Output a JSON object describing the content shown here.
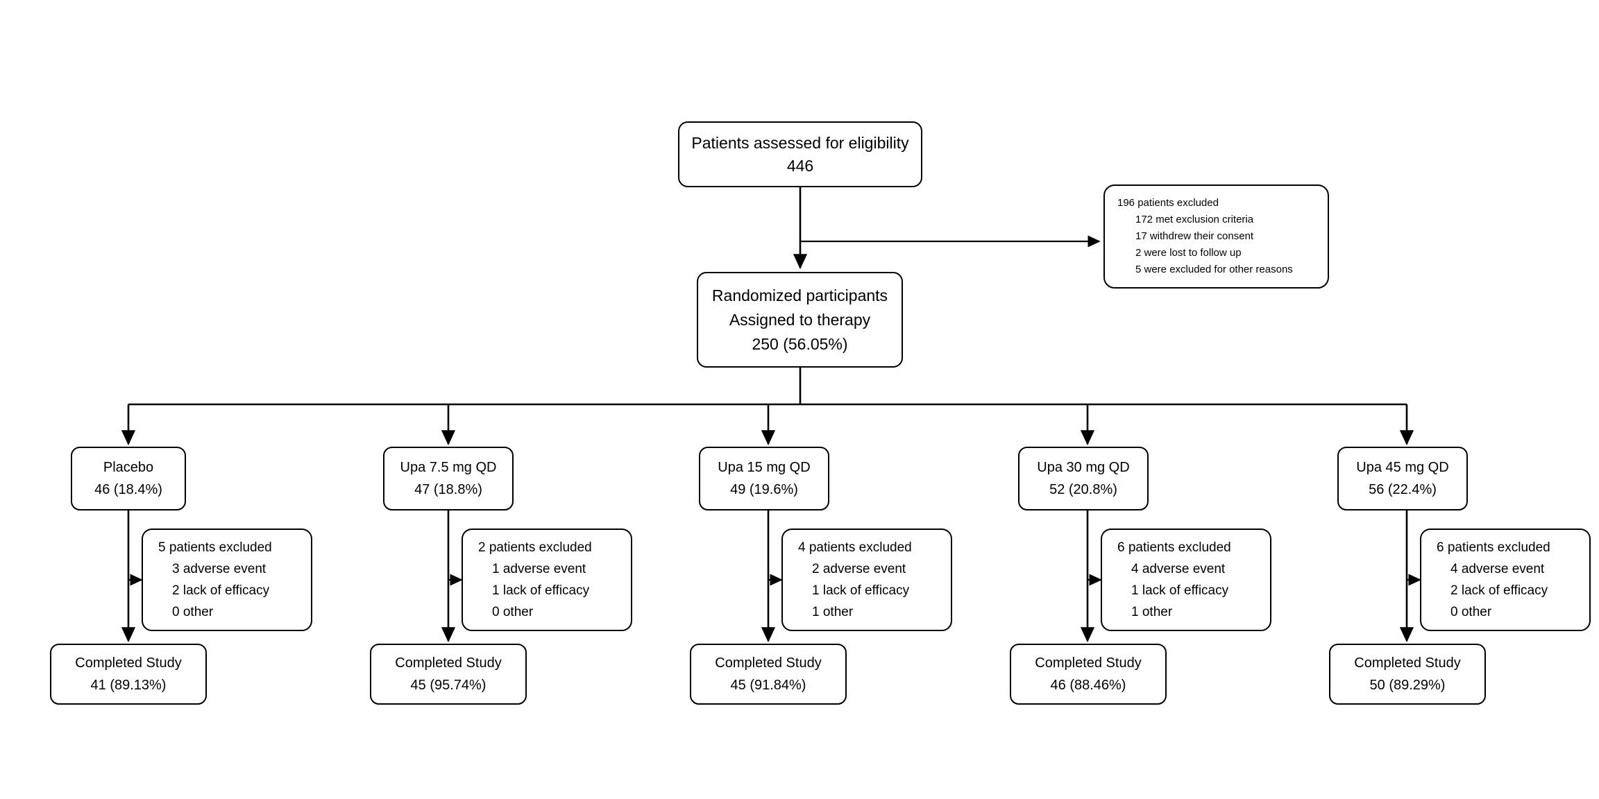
{
  "diagram": {
    "type": "consort-flow-diagram",
    "stroke_color": "#000000",
    "background_color": "#ffffff"
  },
  "eligibility": {
    "title": "Patients assessed for eligibility",
    "count": "446"
  },
  "screening_exclusions": {
    "header": "196 patients excluded",
    "reasons": [
      "172 met exclusion criteria",
      "17 withdrew their consent",
      "2 were lost to follow up",
      "5 were excluded for other reasons"
    ]
  },
  "randomized": {
    "line1": "Randomized participants",
    "line2": "Assigned to therapy",
    "line3": "250 (56.05%)"
  },
  "arms": [
    {
      "label": "Placebo",
      "allocated": "46 (18.4%)",
      "dropout": {
        "header": "5 patients excluded",
        "reasons": [
          "3 adverse event",
          "2 lack of efficacy",
          "0 other"
        ]
      },
      "completed": {
        "label": "Completed Study",
        "value": "41 (89.13%)"
      }
    },
    {
      "label": "Upa 7.5 mg QD",
      "allocated": "47 (18.8%)",
      "dropout": {
        "header": "2 patients excluded",
        "reasons": [
          "1 adverse event",
          "1 lack of efficacy",
          "0 other"
        ]
      },
      "completed": {
        "label": "Completed Study",
        "value": "45 (95.74%)"
      }
    },
    {
      "label": "Upa 15 mg QD",
      "allocated": "49 (19.6%)",
      "dropout": {
        "header": "4 patients excluded",
        "reasons": [
          "2 adverse event",
          "1 lack of efficacy",
          "1 other"
        ]
      },
      "completed": {
        "label": "Completed Study",
        "value": "45 (91.84%)"
      }
    },
    {
      "label": "Upa 30 mg QD",
      "allocated": "52 (20.8%)",
      "dropout": {
        "header": "6 patients excluded",
        "reasons": [
          "4 adverse event",
          "1 lack of efficacy",
          "1 other"
        ]
      },
      "completed": {
        "label": "Completed Study",
        "value": "46 (88.46%)"
      }
    },
    {
      "label": "Upa 45 mg QD",
      "allocated": "56 (22.4%)",
      "dropout": {
        "header": "6 patients excluded",
        "reasons": [
          "4 adverse event",
          "2 lack of efficacy",
          "0 other"
        ]
      },
      "completed": {
        "label": "Completed Study",
        "value": "50 (89.29%)"
      }
    }
  ]
}
